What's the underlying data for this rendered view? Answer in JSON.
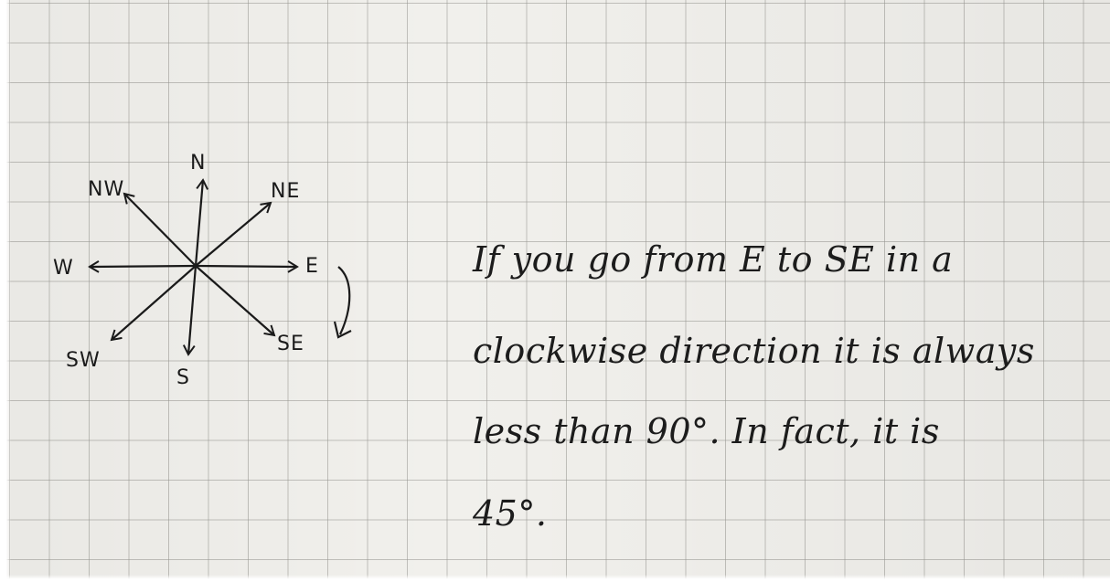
{
  "compass": {
    "N": "N",
    "NE": "NE",
    "E": "E",
    "SE": "SE",
    "S": "S",
    "SW": "SW",
    "W": "W",
    "NW": "NW"
  },
  "note": {
    "line1": "If you go from E to SE in a",
    "line2": "clockwise direction it is always",
    "line3": "less than 90°. In fact, it is",
    "line4": "45°."
  },
  "colors": {
    "ink": "#1a1a1a",
    "paper": "#f1f0ec",
    "grid": "#96968f"
  }
}
